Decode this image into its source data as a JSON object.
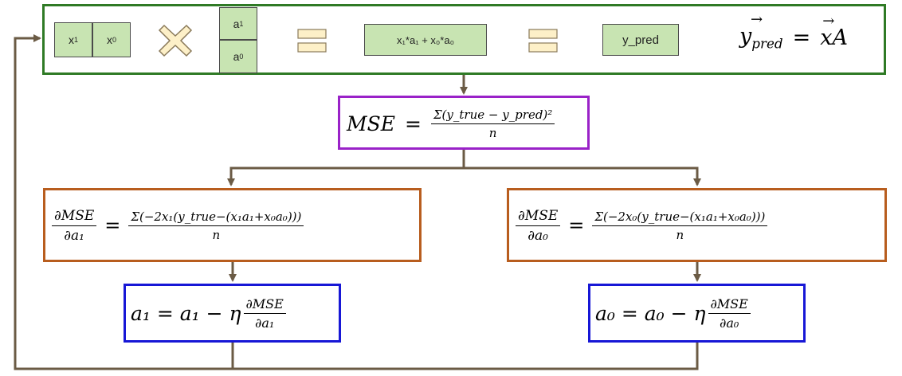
{
  "top": {
    "x1": "x",
    "x1_sub": "1",
    "x0": "x",
    "x0_sub": "0",
    "a1": "a",
    "a1_sub": "1",
    "a0": "a",
    "a0_sub": "0",
    "product": "x₁*a₁ + x₀*a₀",
    "result": "y_pred",
    "formula_lhs": "y",
    "formula_lhs_sub": "pred",
    "formula_eq": "=",
    "formula_rhs": "xA"
  },
  "mse": {
    "lhs": "MSE",
    "eq": "=",
    "numerator": "Σ(y_true − y_pred)²",
    "denominator": "n"
  },
  "grad_a1": {
    "lhs_num": "∂MSE",
    "lhs_den": "∂a₁",
    "eq": "=",
    "numerator": "Σ(−2x₁(y_true−(x₁a₁+x₀a₀)))",
    "denominator": "n"
  },
  "grad_a0": {
    "lhs_num": "∂MSE",
    "lhs_den": "∂a₀",
    "eq": "=",
    "numerator": "Σ(−2x₀(y_true−(x₁a₁+x₀a₀)))",
    "denominator": "n"
  },
  "update_a1": {
    "lhs": "a₁ = a₁ − η",
    "frac_num": "∂MSE",
    "frac_den": "∂a₁"
  },
  "update_a0": {
    "lhs": "a₀ = a₀ − η",
    "frac_num": "∂MSE",
    "frac_den": "∂a₀"
  },
  "colors": {
    "arrow": "#6b5b45",
    "cell_fill": "#c8e4b2",
    "op_fill": "#fdf0c8",
    "green_border": "#2f7a25",
    "purple_border": "#9a22c8",
    "orange_border": "#b85d1e",
    "blue_border": "#1717d6"
  }
}
